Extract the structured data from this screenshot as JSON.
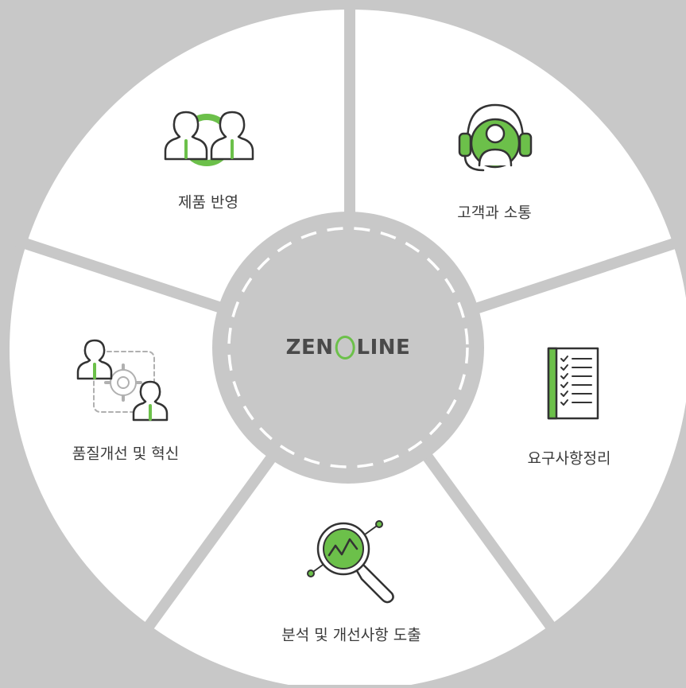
{
  "brand": {
    "left": "ZEN",
    "right": "LINE",
    "accent_color": "#6cc04a"
  },
  "segments": [
    {
      "label": "제품 반영",
      "icon": "users-ring-icon"
    },
    {
      "label": "고객과 소통",
      "icon": "headset-icon"
    },
    {
      "label": "요구사항정리",
      "icon": "checklist-notebook-icon"
    },
    {
      "label": "분석 및 개선사항 도출",
      "icon": "magnifier-chart-icon"
    },
    {
      "label": "품질개선 및 혁신",
      "icon": "users-gear-icon"
    }
  ],
  "colors": {
    "background": "#c8c8c8",
    "segment": "#ffffff",
    "hub": "#c8c8c8",
    "accent": "#6cc04a",
    "text": "#3a3a3a"
  }
}
